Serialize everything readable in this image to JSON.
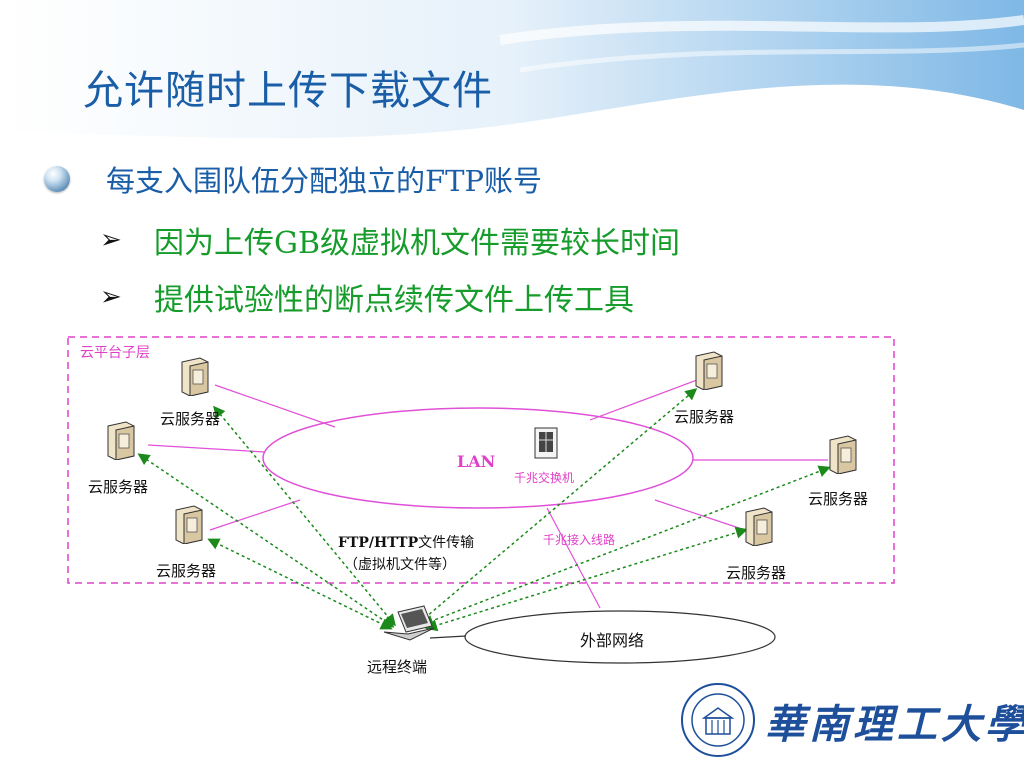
{
  "slide": {
    "title": "允许随时上传下载文件",
    "bullet_main": "每支入围队伍分配独立的FTP账号",
    "sub_bullets": [
      {
        "marker": "➢",
        "text": "因为上传GB级虚拟机文件需要较长时间"
      },
      {
        "marker": "➢",
        "text": "提供试验性的断点续传文件上传工具"
      }
    ]
  },
  "diagram": {
    "layer_label": "云平台子层",
    "lan_label": "LAN",
    "switch_label": "千兆交换机",
    "server_label": "云服务器",
    "ftp_label": "FTP/HTTP",
    "ftp_label_suffix": "文件传输",
    "ftp_note": "（虚拟机文件等）",
    "link_label": "千兆接入线路",
    "external_label": "外部网络",
    "terminal_label": "远程终端"
  },
  "footer": {
    "university_name": "華南理工大學"
  },
  "colors": {
    "title": "#1a5ea8",
    "sub_bullet": "#169c2a",
    "dashed_box": "#e040c8",
    "link_lines": "#e050d8",
    "ftp_arrows": "#1b8a1b"
  }
}
